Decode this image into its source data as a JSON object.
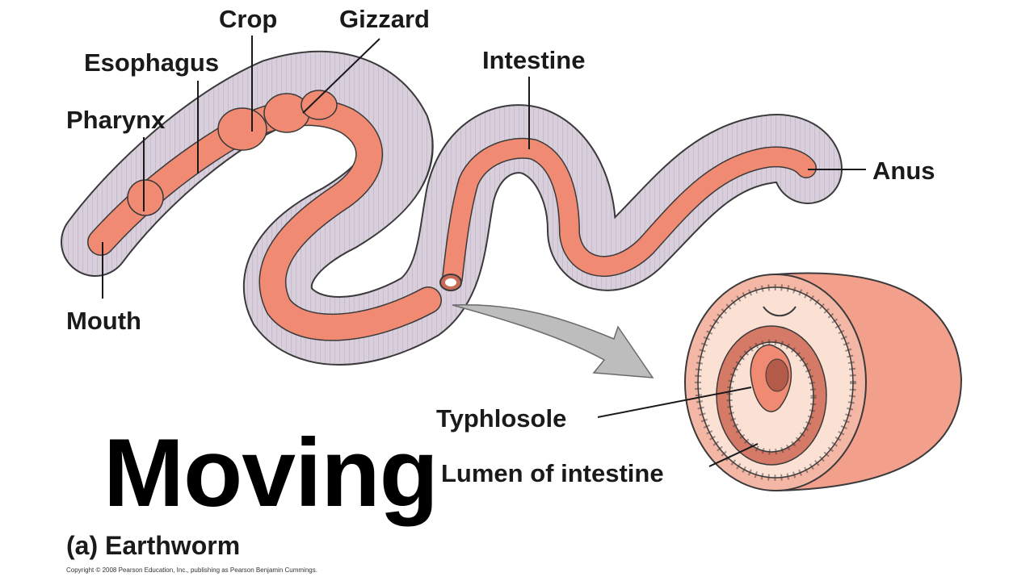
{
  "labels": {
    "crop": "Crop",
    "gizzard": "Gizzard",
    "esophagus": "Esophagus",
    "pharynx": "Pharynx",
    "intestine": "Intestine",
    "anus": "Anus",
    "mouth": "Mouth",
    "typhlosole": "Typhlosole",
    "lumen": "Lumen of intestine"
  },
  "overlay_title": "Moving",
  "caption": "(a) Earthworm",
  "copyright": "Copyright © 2008 Pearson Education, Inc., publishing as Pearson Benjamin Cummings.",
  "colors": {
    "body": "#d9cfdc",
    "body_outline": "#3a3a3a",
    "gut": "#f08a72",
    "gut_dark": "#c96a58",
    "arrow": "#bdbdbd"
  }
}
